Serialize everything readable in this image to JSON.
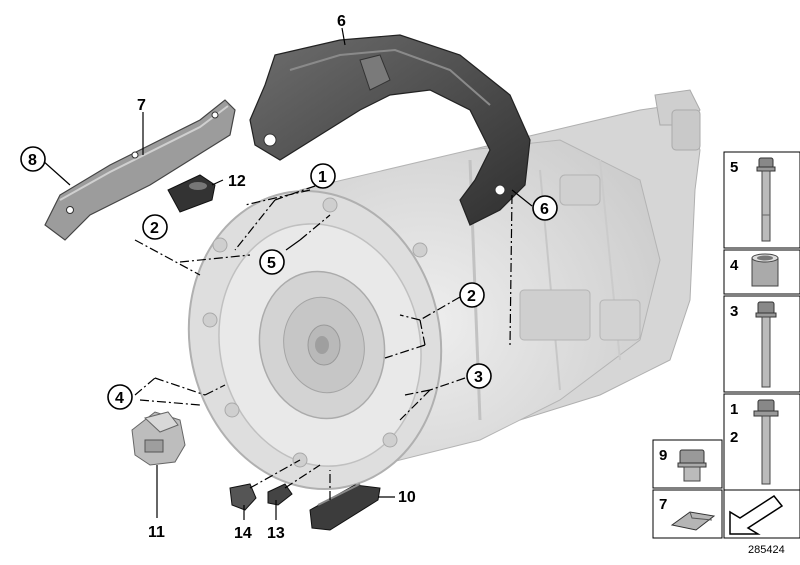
{
  "callouts": [
    "1",
    "2",
    "2",
    "3",
    "4",
    "5",
    "6",
    "7",
    "8",
    "9",
    "10",
    "11",
    "12",
    "13",
    "14"
  ],
  "legend": {
    "items": [
      {
        "labels": [
          "5"
        ],
        "icon": "long-bolt-icon"
      },
      {
        "labels": [
          "4"
        ],
        "icon": "sleeve-icon"
      },
      {
        "labels": [
          "3"
        ],
        "icon": "bolt-icon"
      },
      {
        "labels": [
          "1",
          "2"
        ],
        "icon": "flange-bolt-icon"
      },
      {
        "labels": [
          "9"
        ],
        "icon": "plug-screw-icon"
      },
      {
        "labels": [
          "7"
        ],
        "icon": "clip-icon"
      }
    ],
    "arrow_icon": "pointer-arrow-icon"
  },
  "doc_number": "285424",
  "colors": {
    "transmission": "#dcdcdc",
    "heat_shield": "#4a4a4a",
    "small_parts": "#5c5c5c",
    "line": "#000000"
  }
}
